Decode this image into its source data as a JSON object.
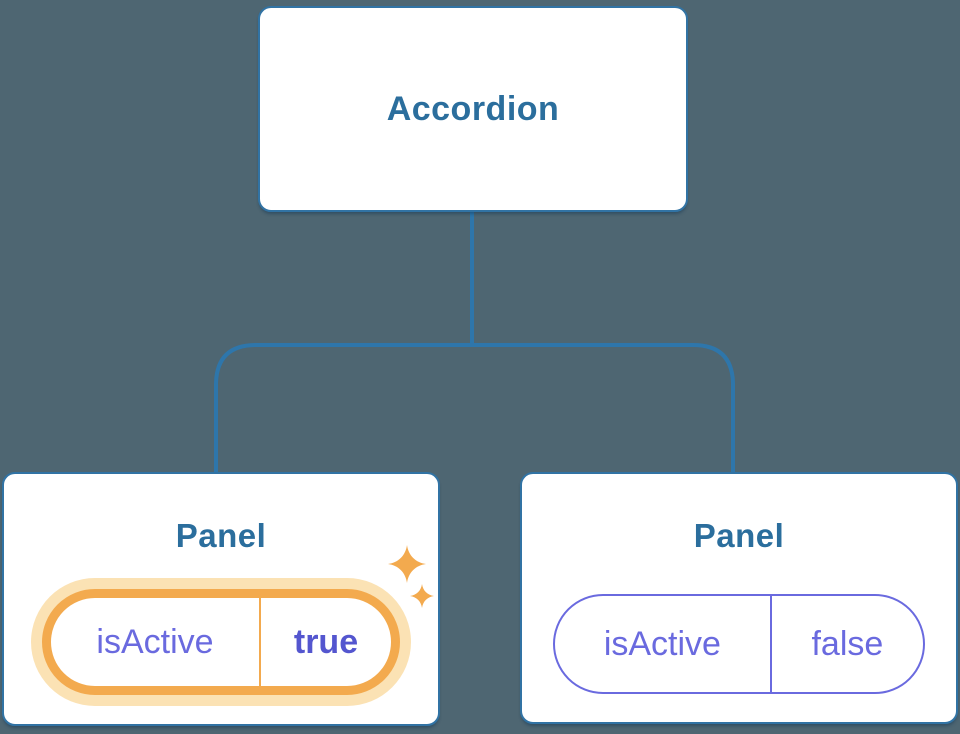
{
  "colors": {
    "background": "#4E6672",
    "line_blue": "#2E76AB",
    "box_border_blue": "#3173A4",
    "heading_blue": "#2B6E9D",
    "text_purple": "#6A6ADF",
    "text_purple_bold": "#5456CF",
    "pill_purple_border": "#6A6ADF",
    "orange": "#F3AA4E",
    "orange_light": "#FBE2B4",
    "box_fill": "#FFFFFF"
  },
  "tree": {
    "root": {
      "label": "Accordion"
    },
    "children": [
      {
        "title": "Panel",
        "state_key": "isActive",
        "state_value": "true",
        "active": true
      },
      {
        "title": "Panel",
        "state_key": "isActive",
        "state_value": "false",
        "active": false
      }
    ]
  }
}
